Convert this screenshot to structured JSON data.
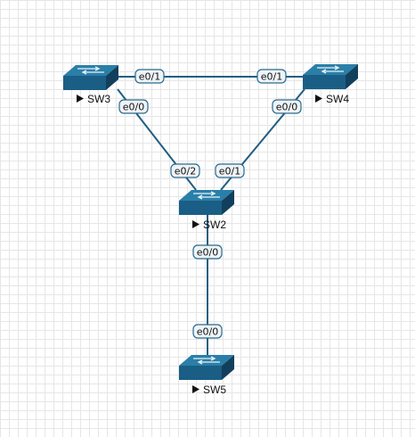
{
  "colors": {
    "link": "#1f5e82",
    "switch_top": "#2a7fa8",
    "switch_front": "#1a5e85",
    "switch_side": "#123f5c",
    "switch_arrow": "#e8f2f8",
    "label_fill": "#eef3f6",
    "label_border": "#2a6a8e"
  },
  "nodes": [
    {
      "id": "sw3",
      "name": "SW3"
    },
    {
      "id": "sw4",
      "name": "SW4"
    },
    {
      "id": "sw2",
      "name": "SW2"
    },
    {
      "id": "sw5",
      "name": "SW5"
    }
  ],
  "links": [
    {
      "id": "sw3-sw4",
      "a": "sw3",
      "a_if": "e0/1",
      "b": "sw4",
      "b_if": "e0/1"
    },
    {
      "id": "sw3-sw2",
      "a": "sw3",
      "a_if": "e0/0",
      "b": "sw2",
      "b_if": "e0/2"
    },
    {
      "id": "sw4-sw2",
      "a": "sw4",
      "a_if": "e0/0",
      "b": "sw2",
      "b_if": "e0/1"
    },
    {
      "id": "sw2-sw5",
      "a": "sw2",
      "a_if": "e0/0",
      "b": "sw5",
      "b_if": "e0/0"
    }
  ]
}
